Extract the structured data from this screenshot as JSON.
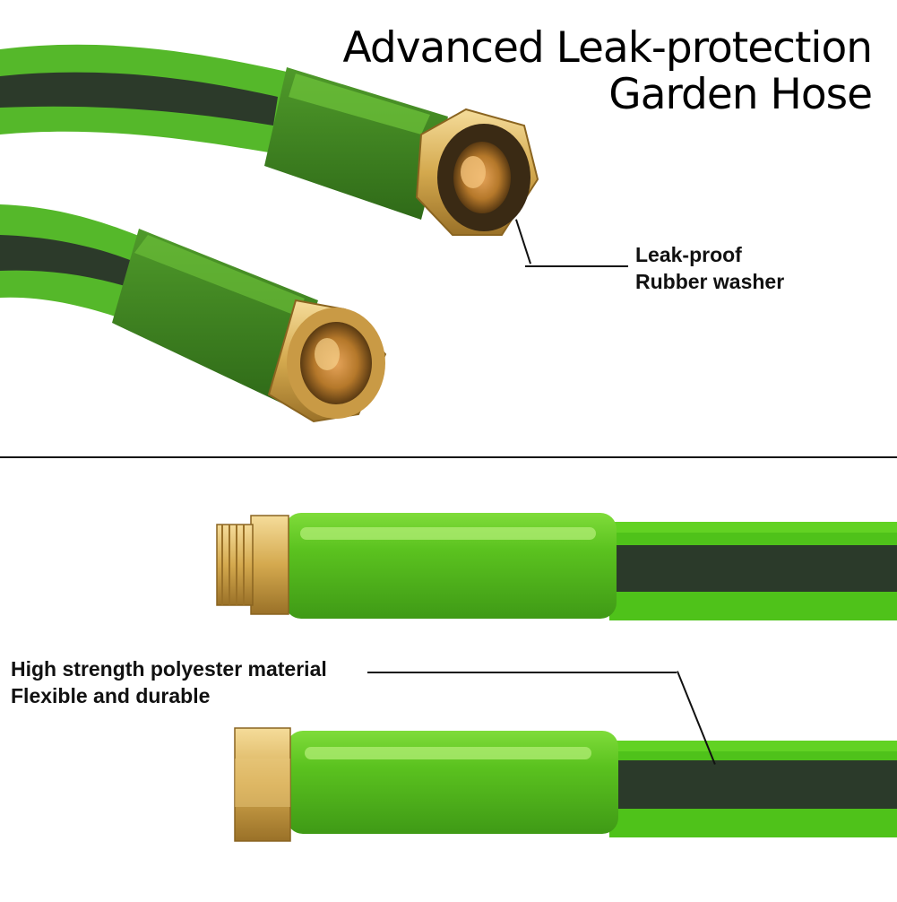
{
  "title": {
    "line1": "Advanced Leak-protection",
    "line2": "Garden Hose"
  },
  "callouts": {
    "washer": {
      "line1": "Leak-proof",
      "line2": "Rubber washer"
    },
    "material": {
      "line1": "High strength polyester material",
      "line2": "Flexible and durable"
    }
  },
  "colors": {
    "hose_green": "#4fc21a",
    "hose_stripe": "#2b3a2a",
    "sleeve_green": "#5abf22",
    "brass": "#d9b45a",
    "brass_dark": "#a07a2c"
  }
}
